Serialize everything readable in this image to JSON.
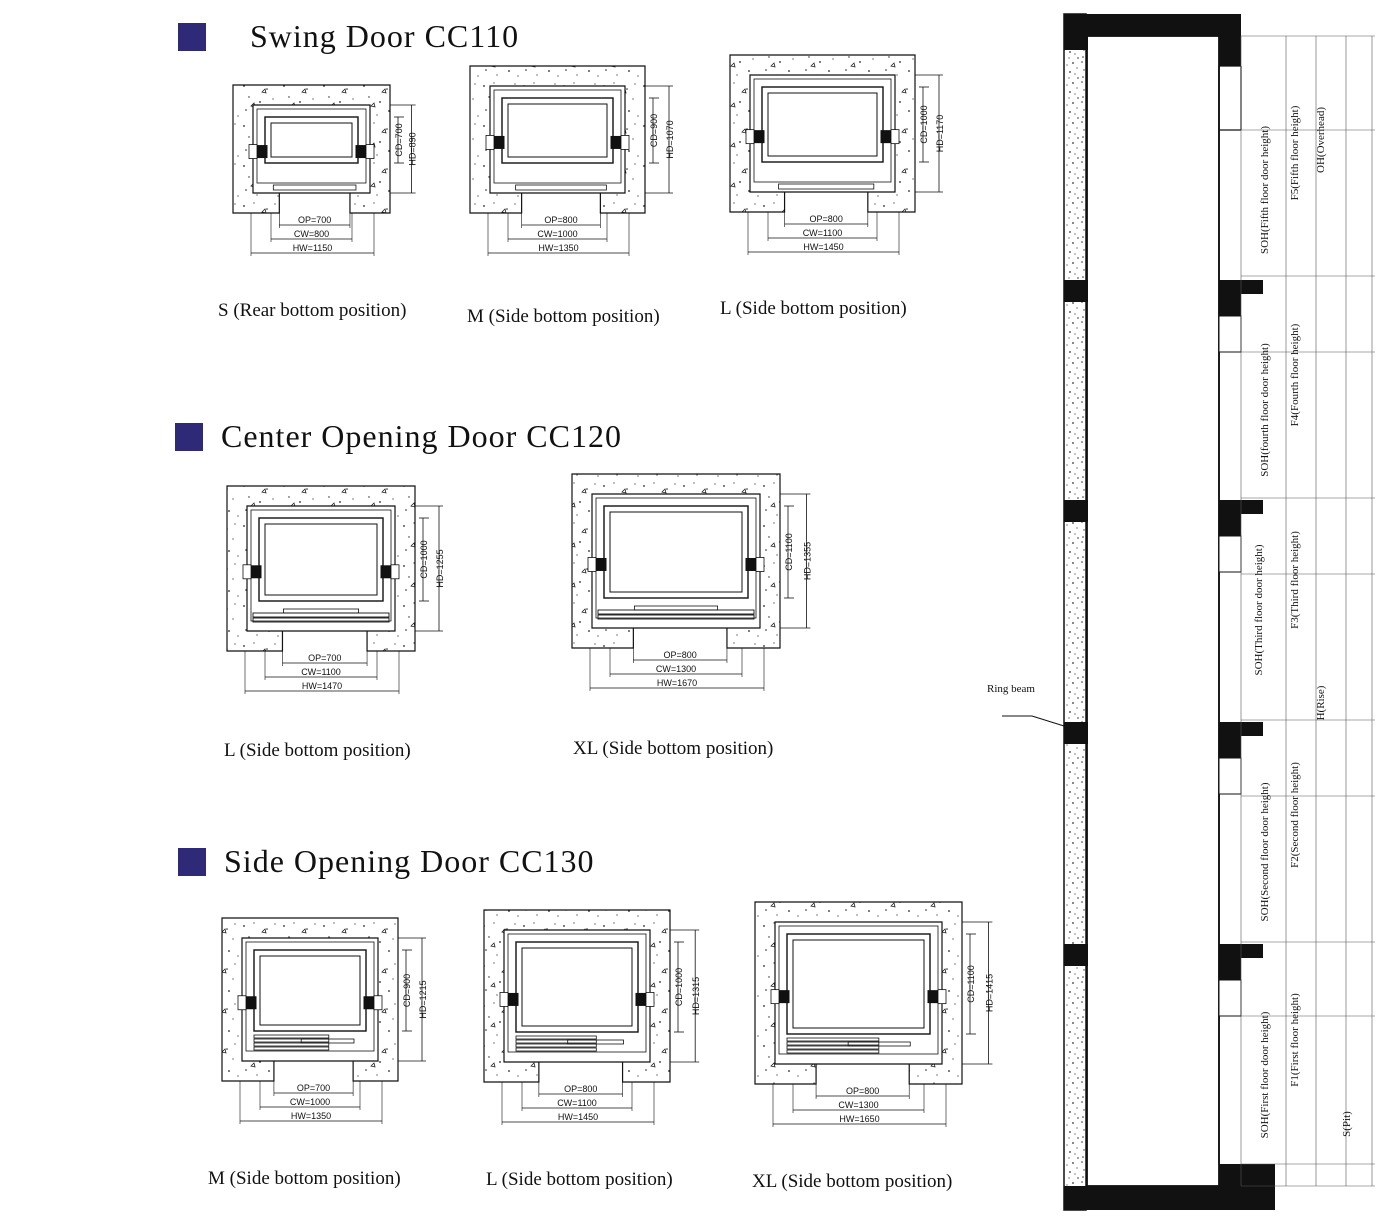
{
  "sections": [
    {
      "title": "Swing Door CC110",
      "variants": [
        {
          "caption": "S (Rear bottom position)",
          "cd": "CD=700",
          "hd": "HD=890",
          "op": "OP=700",
          "cw": "CW=800",
          "hw": "HW=1150"
        },
        {
          "caption": "M (Side bottom position)",
          "cd": "CD=900",
          "hd": "HD=1070",
          "op": "OP=800",
          "cw": "CW=1000",
          "hw": "HW=1350"
        },
        {
          "caption": "L (Side bottom position)",
          "cd": "CD=1000",
          "hd": "HD=1170",
          "op": "OP=800",
          "cw": "CW=1100",
          "hw": "HW=1450"
        }
      ]
    },
    {
      "title": "Center Opening Door CC120",
      "variants": [
        {
          "caption": "L (Side bottom position)",
          "cd": "CD=1000",
          "hd": "HD=1255",
          "op": "OP=700",
          "cw": "CW=1100",
          "hw": "HW=1470"
        },
        {
          "caption": "XL (Side bottom position)",
          "cd": "CD=1100",
          "hd": "HD=1355",
          "op": "OP=800",
          "cw": "CW=1300",
          "hw": "HW=1670"
        }
      ]
    },
    {
      "title": "Side Opening Door CC130",
      "variants": [
        {
          "caption": "M (Side bottom position)",
          "cd": "CD=900",
          "hd": "HD=1215",
          "op": "OP=700",
          "cw": "CW=1000",
          "hw": "HW=1350"
        },
        {
          "caption": "L (Side bottom position)",
          "cd": "CD=1000",
          "hd": "HD=1315",
          "op": "OP=800",
          "cw": "CW=1100",
          "hw": "HW=1450"
        },
        {
          "caption": "XL (Side bottom position)",
          "cd": "CD=1100",
          "hd": "HD=1415",
          "op": "OP=800",
          "cw": "CW=1300",
          "hw": "HW=1650"
        }
      ]
    }
  ],
  "shaft": {
    "ring_beam": "Ring beam",
    "floors": [
      {
        "f": "F5(Fifth floor height)",
        "soh": "SOH(Fifth floor door height)"
      },
      {
        "f": "F4(Fourth floor height)",
        "soh": "SOH(fourth floor door height)"
      },
      {
        "f": "F3(Third floor height)",
        "soh": "SOH(Third floor door height)"
      },
      {
        "f": "F2(Second floor height)",
        "soh": "SOH(Second floor door height)"
      },
      {
        "f": "F1(First floor height)",
        "soh": "SOH(First floor door height)"
      }
    ],
    "oh": "OH(Overhead)",
    "h": "H(Rise)",
    "s": "S(Pit)"
  },
  "colors": {
    "accent": "#2e2a78",
    "line": "#111111"
  }
}
